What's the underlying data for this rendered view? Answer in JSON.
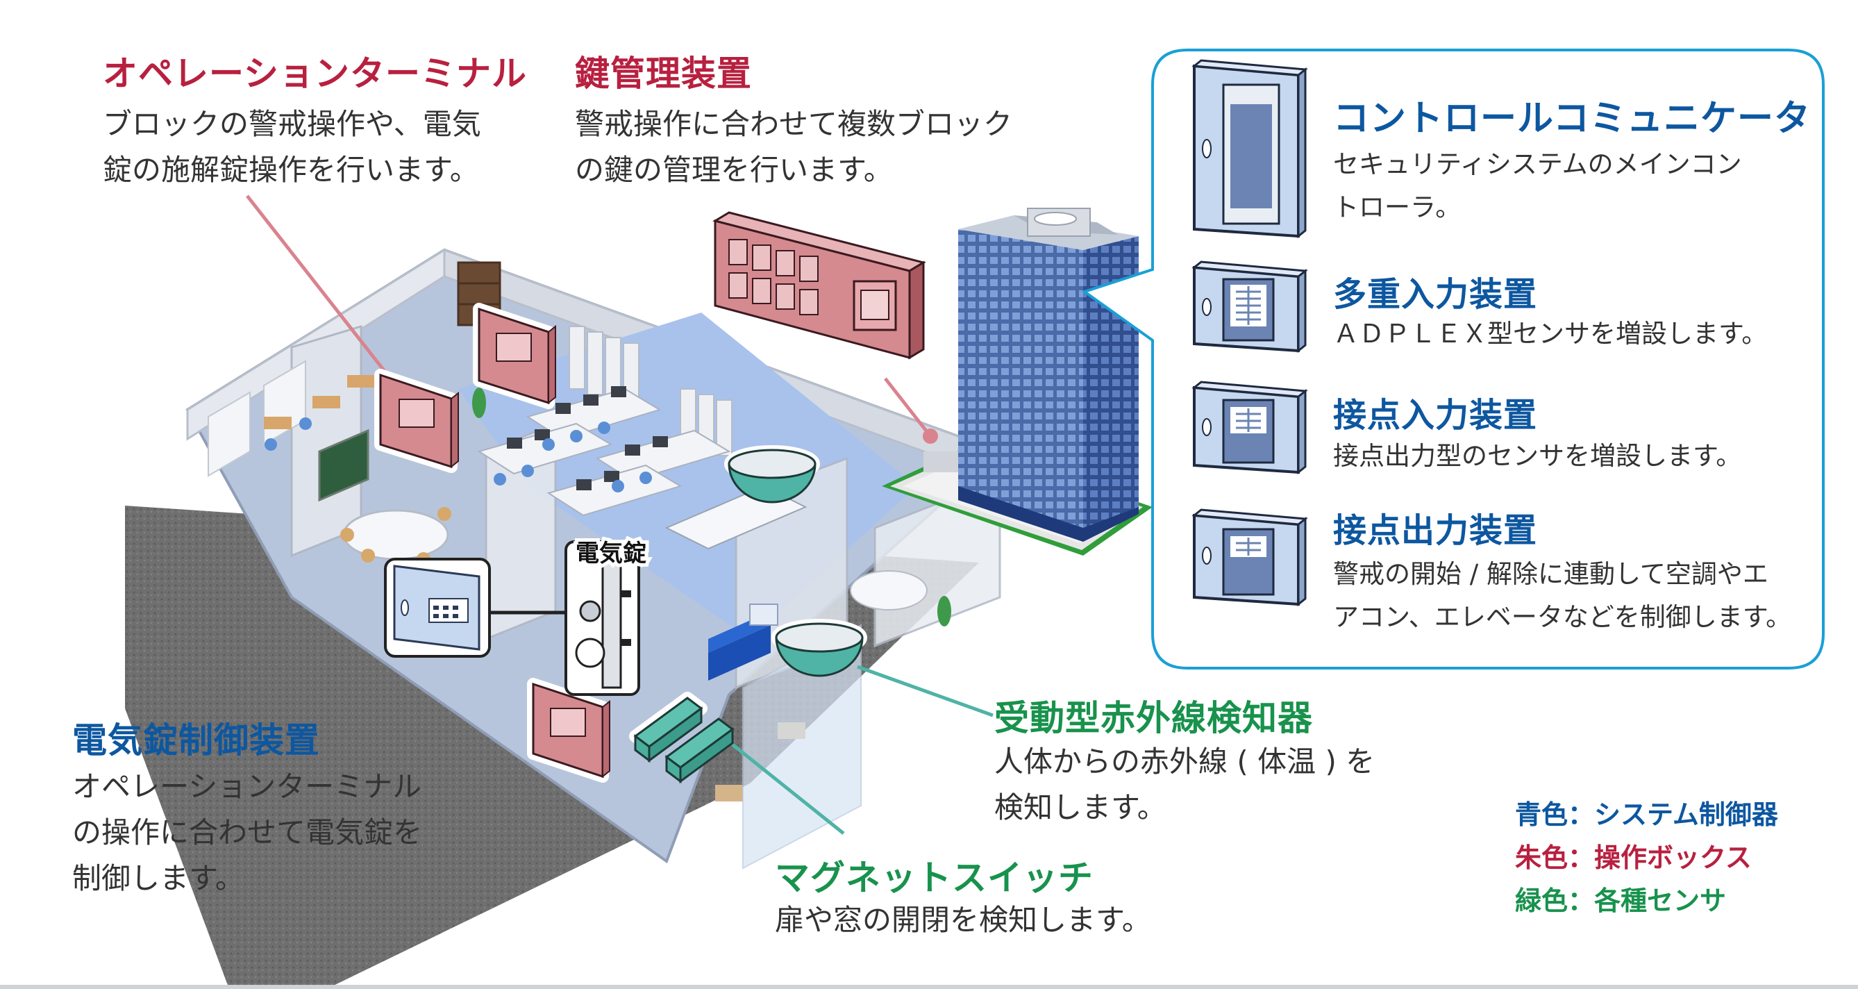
{
  "operation_terminal": {
    "title": "オペレーションターミナル",
    "desc": [
      "ブロックの警戒操作や、電気",
      "錠の施解錠操作を行います。"
    ]
  },
  "key_manager": {
    "title": "鍵管理装置",
    "desc": [
      "警戒操作に合わせて複数ブロック",
      "の鍵の管理を行います。"
    ]
  },
  "control_communicator": {
    "title": "コントロールコミュニケータ",
    "desc": [
      "セキュリティシステムのメインコン",
      "トローラ。"
    ]
  },
  "multiplex_input": {
    "title": "多重入力装置",
    "desc": "ＡＤＰＬＥＸ型センサを増設します。"
  },
  "contact_input": {
    "title": "接点入力装置",
    "desc": "接点出力型のセンサを増設します。"
  },
  "contact_output": {
    "title": "接点出力装置",
    "desc": [
      "警戒の開始 / 解除に連動して空調やエ",
      "アコン、エレベータなどを制御します。"
    ]
  },
  "electric_lock_label": "電気錠",
  "electric_lock_controller": {
    "title": "電気錠制御装置",
    "desc": [
      "オペレーションターミナル",
      "の操作に合わせて電気錠を",
      "制御します。"
    ]
  },
  "passive_infrared": {
    "title": "受動型赤外線検知器",
    "desc": [
      "人体からの赤外線 ( 体温 ) を",
      "検知します。"
    ]
  },
  "magnet_switch": {
    "title": "マグネットスイッチ",
    "desc": "扉や窓の開閉を検知します。"
  },
  "legend": {
    "blue": "青色：システム制御器",
    "red": "朱色：操作ボックス",
    "green": "緑色：各種センサ"
  },
  "colors": {
    "red": "#b8203f",
    "blue": "#0d57a0",
    "green": "#18924c",
    "frame": "#1a9fd6",
    "leader_red": "#d9838f",
    "leader_teal": "#4fb3a6",
    "terminal": "#d48a8f",
    "device": "#c6d7f0"
  }
}
